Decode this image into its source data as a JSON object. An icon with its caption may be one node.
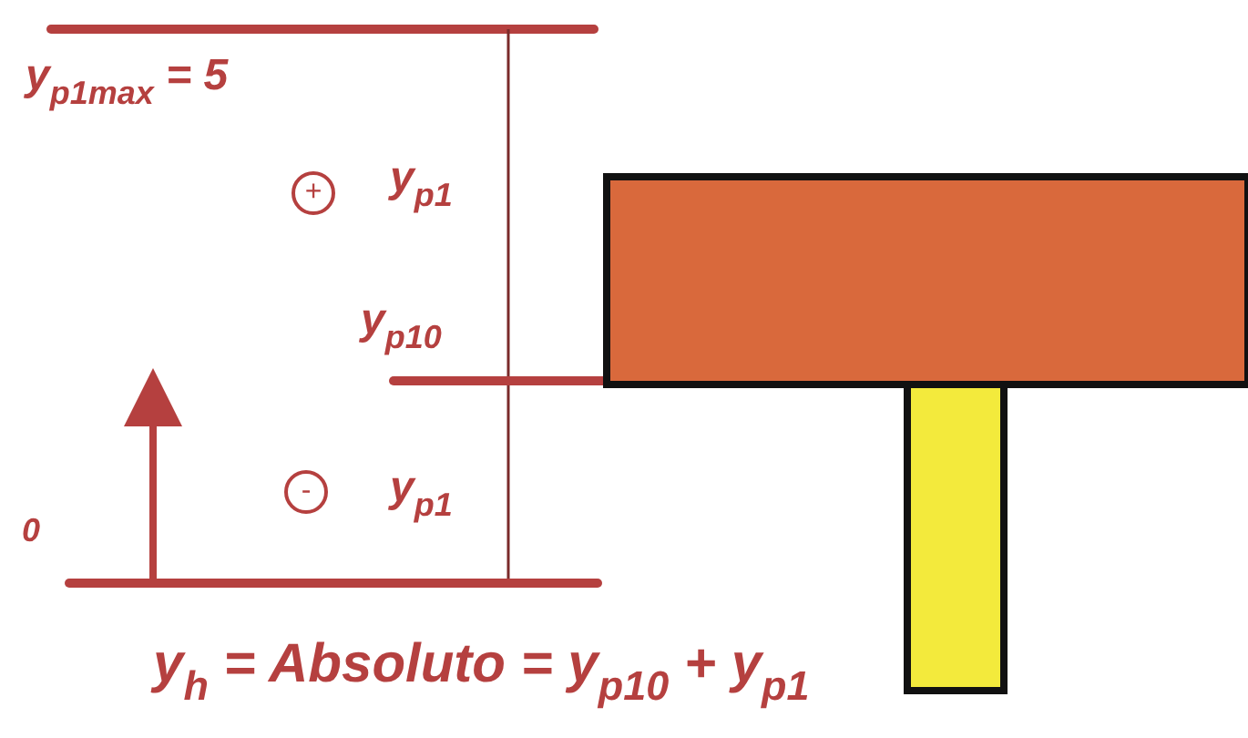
{
  "diagram": {
    "labels": [
      "y$_{p1max}$ = 5",
      "+",
      "y$_{p1}$",
      "y$_{p10}$",
      "-",
      "y$_{p1}$",
      "0",
      "y$_{h}$ = Absoluto = y$_{p10}$ + y$_{p1}$"
    ]
  }
}
